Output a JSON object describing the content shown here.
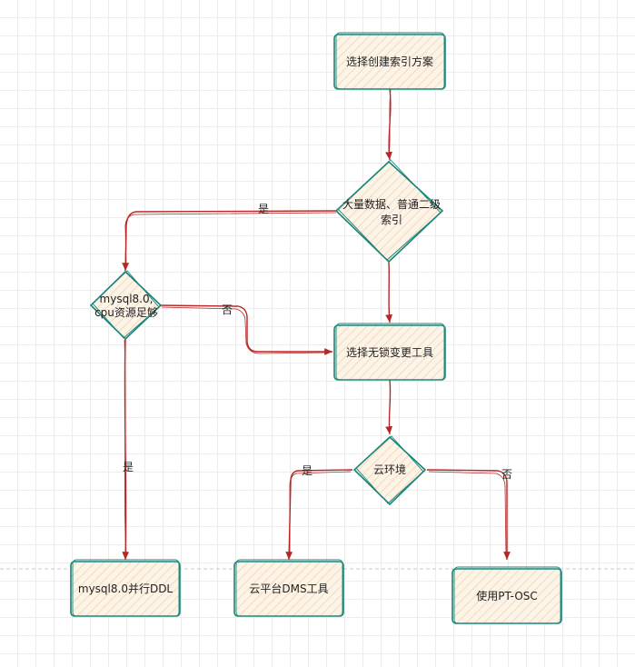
{
  "nodes": {
    "choose_plan": "选择创建索引方案",
    "big_data_line1": "大量数据、普通二级",
    "big_data_line2": "索引",
    "mysql8_line1": "mysql8.0,",
    "mysql8_line2": "cpu资源足够",
    "lockfree_tool": "选择无锁变更工具",
    "cloud_env": "云环境",
    "parallel_ddl": "mysql8.0并行DDL",
    "cloud_dms": "云平台DMS工具",
    "pt_osc": "使用PT-OSC"
  },
  "edges": {
    "big_data_yes": "是",
    "mysql8_no": "否",
    "mysql8_yes": "是",
    "cloud_yes": "是",
    "cloud_no": "否"
  },
  "colors": {
    "node_stroke": "#1a857a",
    "node_fill": "#fdf4e8",
    "hatch": "#f6dcc0",
    "edge": "#b72727",
    "page_divider": "#c8c8c8"
  }
}
